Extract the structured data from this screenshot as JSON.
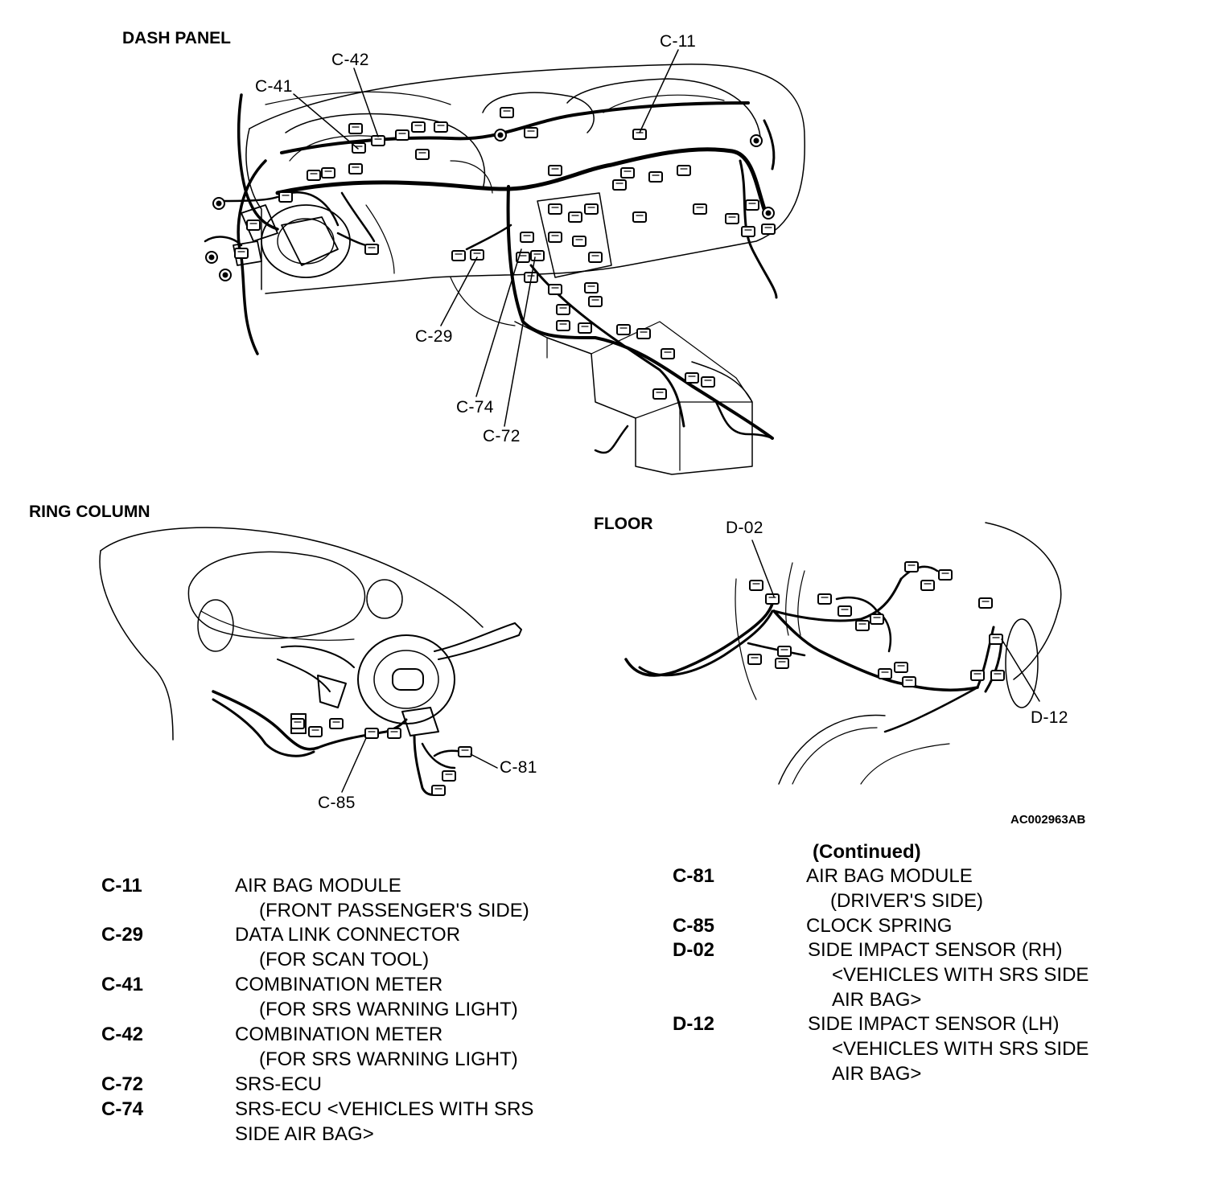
{
  "sections": {
    "dash_panel": "DASH PANEL",
    "ring_column": "RING COLUMN",
    "floor": "FLOOR"
  },
  "callouts": {
    "c11": "C-11",
    "c42": "C-42",
    "c41": "C-41",
    "c29": "C-29",
    "c74": "C-74",
    "c72": "C-72",
    "c81": "C-81",
    "c85": "C-85",
    "d02": "D-02",
    "d12": "D-12"
  },
  "figure_id": "AC002963AB",
  "continued_label": "(Continued)",
  "legend_left": [
    {
      "code": "C-11",
      "line1": "AIR BAG MODULE",
      "line2": "(FRONT PASSENGER'S SIDE)"
    },
    {
      "code": "C-29",
      "line1": "DATA LINK CONNECTOR",
      "line2": "(FOR SCAN TOOL)"
    },
    {
      "code": "C-41",
      "line1": "COMBINATION METER",
      "line2": "(FOR SRS WARNING LIGHT)"
    },
    {
      "code": "C-42",
      "line1": "COMBINATION METER",
      "line2": "(FOR SRS WARNING LIGHT)"
    },
    {
      "code": "C-72",
      "line1": "SRS-ECU"
    },
    {
      "code": "C-74",
      "line1": "SRS-ECU <VEHICLES WITH SRS",
      "line2": "SIDE AIR BAG>"
    }
  ],
  "legend_right": [
    {
      "code": "C-81",
      "line1": "AIR BAG MODULE",
      "line2": "(DRIVER'S SIDE)"
    },
    {
      "code": "C-85",
      "line1": "CLOCK SPRING"
    },
    {
      "code": "D-02",
      "line1": "SIDE IMPACT SENSOR (RH)",
      "line2": "<VEHICLES WITH SRS SIDE",
      "line3": "AIR BAG>"
    },
    {
      "code": "D-12",
      "line1": "SIDE IMPACT SENSOR (LH)",
      "line2": "<VEHICLES WITH SRS SIDE",
      "line3": "AIR BAG>"
    }
  ]
}
